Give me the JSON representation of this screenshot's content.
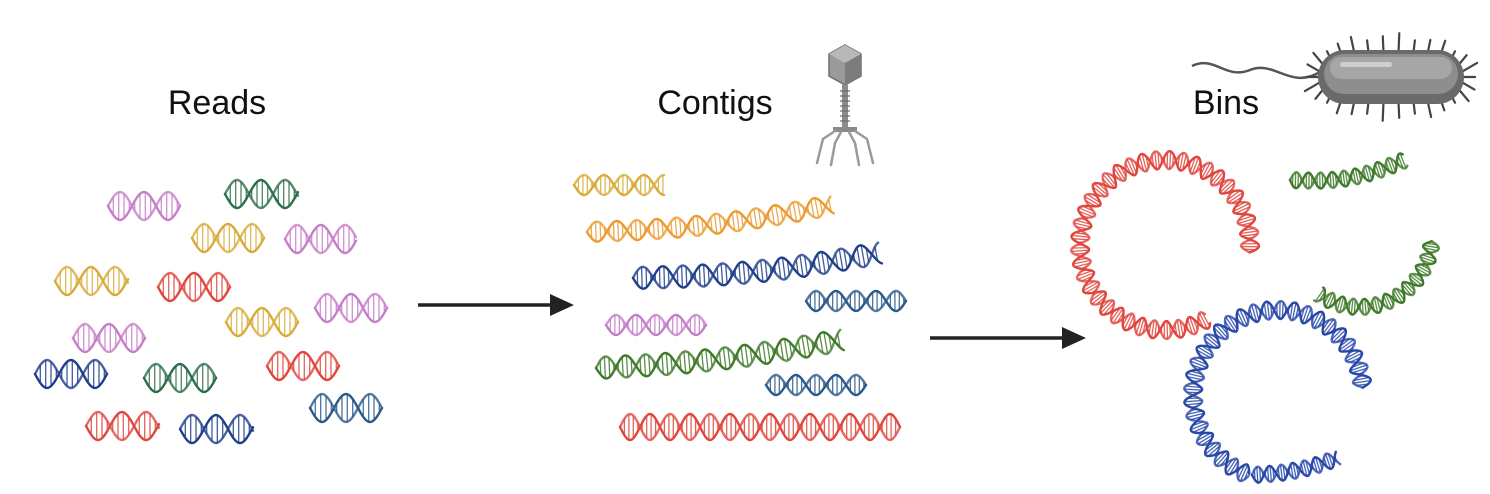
{
  "stages": {
    "reads": {
      "label": "Reads"
    },
    "contigs": {
      "label": "Contigs"
    },
    "bins": {
      "label": "Bins"
    }
  },
  "icons": {
    "phage": "bacteriophage-icon",
    "bacterium": "bacterium-icon",
    "arrow": "arrow-right-icon"
  },
  "colors": {
    "pink": "#c57ec9",
    "dark_green": "#2d6e4a",
    "gold": "#d8ab3a",
    "red": "#e0463e",
    "navy": "#1f3f8a",
    "teal_navy": "#2a5a8c",
    "green": "#3f7a2a",
    "orange": "#ec9b32",
    "blue": "#2848a8",
    "arrow": "#222222",
    "gray": "#8a8a8a"
  }
}
